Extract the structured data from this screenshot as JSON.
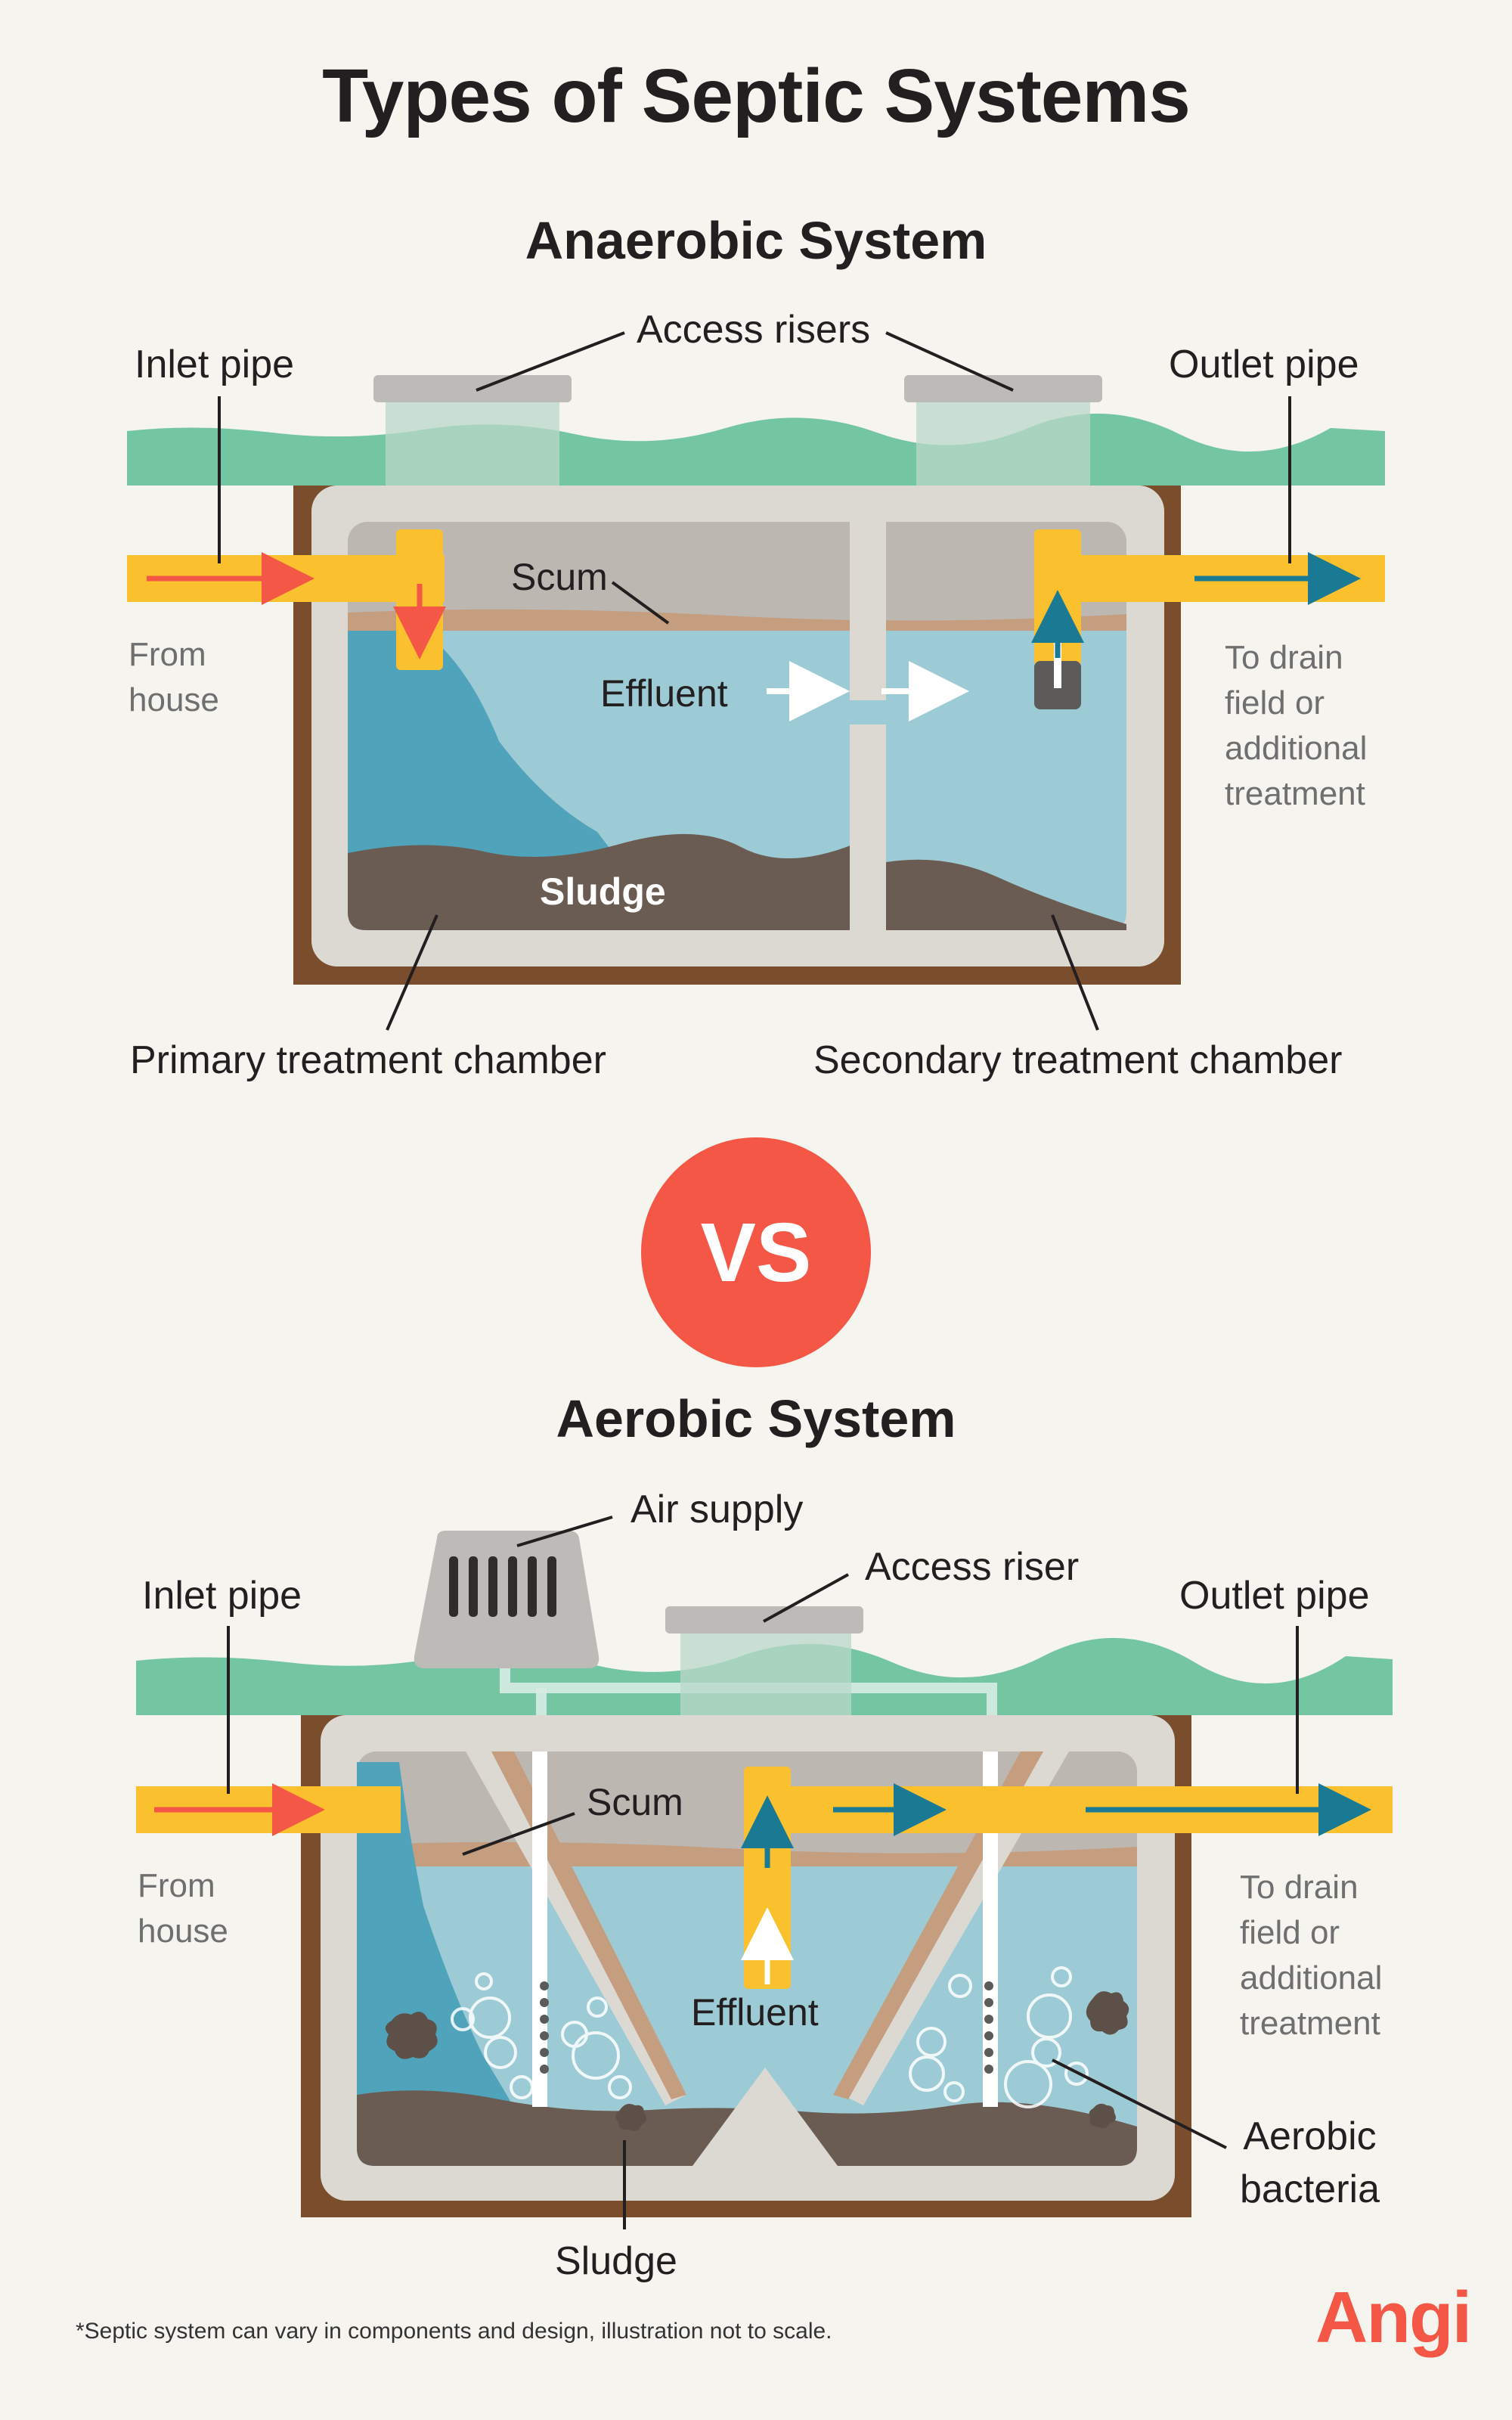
{
  "title": "Types of Septic Systems",
  "anaerobic": {
    "heading": "Anaerobic System",
    "inlet_pipe": "Inlet pipe",
    "access_risers": "Access risers",
    "outlet_pipe": "Outlet pipe",
    "from_house": [
      "From",
      "house"
    ],
    "to_drain": [
      "To drain",
      "field or",
      "additional",
      "treatment"
    ],
    "scum": "Scum",
    "effluent": "Effluent",
    "sludge": "Sludge",
    "primary_chamber": "Primary treatment chamber",
    "secondary_chamber": "Secondary treatment chamber"
  },
  "vs": "VS",
  "aerobic": {
    "heading": "Aerobic System",
    "air_supply": "Air supply",
    "access_riser": "Access riser",
    "inlet_pipe": "Inlet pipe",
    "outlet_pipe": "Outlet pipe",
    "from_house": [
      "From",
      "house"
    ],
    "to_drain": [
      "To drain",
      "field or",
      "additional",
      "treatment"
    ],
    "scum": "Scum",
    "effluent": "Effluent",
    "sludge": "Sludge",
    "aerobic_bacteria": [
      "Aerobic",
      "bacteria"
    ]
  },
  "footnote": "*Septic system can vary in components and design, illustration not to scale.",
  "logo": "Angi",
  "colors": {
    "background": "#f6f4ef",
    "grass": "#74c5a1",
    "soil": "#7a4e2d",
    "tank": "#dcd9d3",
    "scum": "#bcb7b1",
    "scum_band": "#c59e80",
    "water": "#9ccbd5",
    "water_dark": "#4fa3ba",
    "sludge": "#6a5c52",
    "pipe": "#fbc02d",
    "arrow_in": "#f45745",
    "arrow_out": "#1a7a94",
    "accent": "#f45745"
  }
}
